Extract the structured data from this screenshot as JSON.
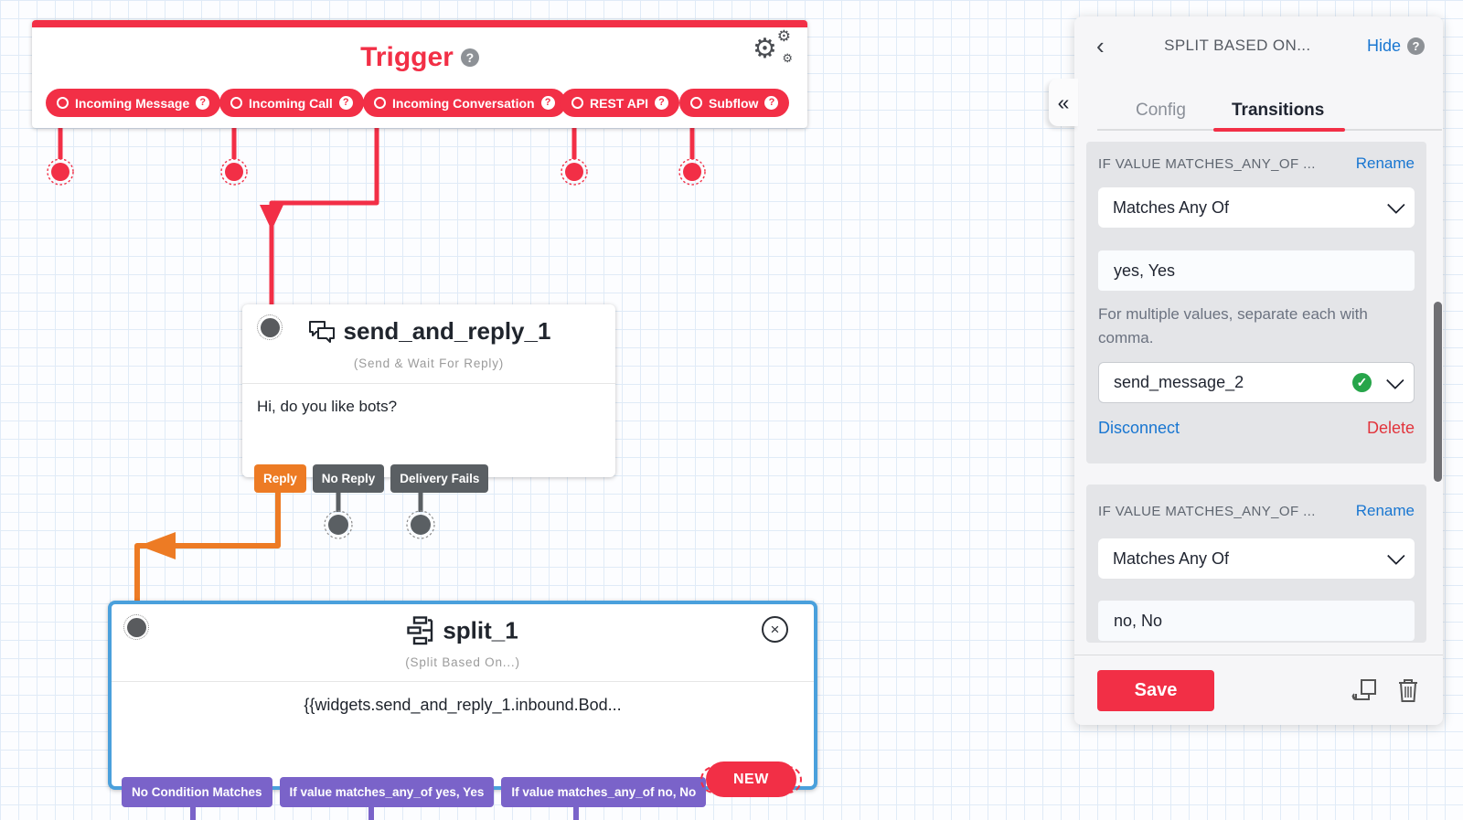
{
  "icons": {
    "help": "?",
    "collapse": "«",
    "back": "‹",
    "close": "×",
    "gear": "⚙",
    "check": "✓"
  },
  "canvas": {
    "trigger": {
      "title": "Trigger",
      "pills": [
        {
          "label": "Incoming Message"
        },
        {
          "label": "Incoming Call"
        },
        {
          "label": "Incoming Conversation"
        },
        {
          "label": "REST API"
        },
        {
          "label": "Subflow"
        }
      ]
    },
    "send_and_reply": {
      "name": "send_and_reply_1",
      "type_label": "(Send & Wait For Reply)",
      "body": "Hi, do you like bots?",
      "transitions": [
        {
          "label": "Reply"
        },
        {
          "label": "No Reply"
        },
        {
          "label": "Delivery Fails"
        }
      ]
    },
    "split": {
      "name": "split_1",
      "type_label": "(Split Based On...)",
      "body": "{{widgets.send_and_reply_1.inbound.Bod...",
      "transitions": [
        {
          "label": "No Condition Matches"
        },
        {
          "label": "If value matches_any_of yes, Yes"
        },
        {
          "label": "If value matches_any_of no, No"
        }
      ],
      "new_button": "NEW"
    }
  },
  "panel": {
    "title": "SPLIT BASED ON...",
    "hide_label": "Hide",
    "tabs": [
      {
        "label": "Config"
      },
      {
        "label": "Transitions"
      }
    ],
    "sections": [
      {
        "header": "IF VALUE MATCHES_ANY_OF ...",
        "rename_label": "Rename",
        "match_type": "Matches Any Of",
        "value": "yes, Yes",
        "helper": "For multiple values, separate each with comma.",
        "target_widget": "send_message_2",
        "disconnect_label": "Disconnect",
        "delete_label": "Delete"
      },
      {
        "header": "IF VALUE MATCHES_ANY_OF ...",
        "rename_label": "Rename",
        "match_type": "Matches Any Of",
        "value": "no, No"
      }
    ],
    "save_label": "Save"
  },
  "colors": {
    "brand_red": "#f22f46",
    "orange": "#ed7b24",
    "gray_button": "#5a5f63",
    "purple": "#7a63c9",
    "selected_blue": "#4aa0dc",
    "link_blue": "#1876d1",
    "delete_red": "#e2343c",
    "success_green": "#27a54a"
  }
}
